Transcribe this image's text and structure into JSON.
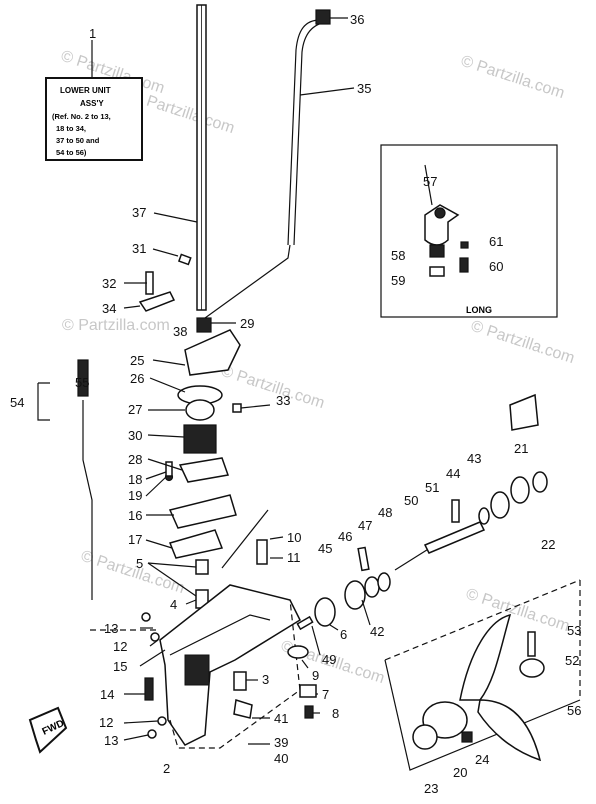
{
  "box_legend": {
    "ref": "1",
    "lines": [
      "LOWER UNIT",
      "ASS'Y",
      "(Ref. No. 2 to 13,",
      "18 to 34,",
      "37 to 50 and",
      "54 to 56)"
    ]
  },
  "inset_label": "LONG",
  "watermarks": [
    "© Partzilla.com",
    "© Partzilla.com",
    "© Partzilla.com",
    "© Partzilla.com",
    "© Partzilla.com",
    "© Partzilla.com",
    "© Partzilla.com",
    "© Partzilla.com",
    "© Partzilla.com"
  ],
  "fwd_label": "FWD",
  "callouts": {
    "c36": "36",
    "c35": "35",
    "c37": "37",
    "c31": "31",
    "c32": "32",
    "c34": "34",
    "c38": "38",
    "c29": "29",
    "c25": "25",
    "c26": "26",
    "c33": "33",
    "c27": "27",
    "c30": "30",
    "c28": "28",
    "c18": "18",
    "c19": "19",
    "c16": "16",
    "c17": "17",
    "c5": "5",
    "c10": "10",
    "c11": "11",
    "c55": "55",
    "c54": "54",
    "c4": "4",
    "c13a": "13",
    "c12a": "12",
    "c15": "15",
    "c14": "14",
    "c12b": "12",
    "c13b": "13",
    "c3": "3",
    "c41": "41",
    "c39": "39",
    "c40": "40",
    "c2": "2",
    "c7": "7",
    "c8": "8",
    "c9": "9",
    "c49": "49",
    "c6": "6",
    "c42": "42",
    "c45": "45",
    "c46": "46",
    "c47": "47",
    "c48": "48",
    "c50": "50",
    "c51": "51",
    "c44": "44",
    "c43": "43",
    "c21": "21",
    "c22": "22",
    "c57": "57",
    "c58": "58",
    "c59": "59",
    "c61": "61",
    "c60": "60",
    "c53": "53",
    "c52": "52",
    "c56": "56",
    "c24": "24",
    "c20": "20",
    "c23": "23"
  }
}
